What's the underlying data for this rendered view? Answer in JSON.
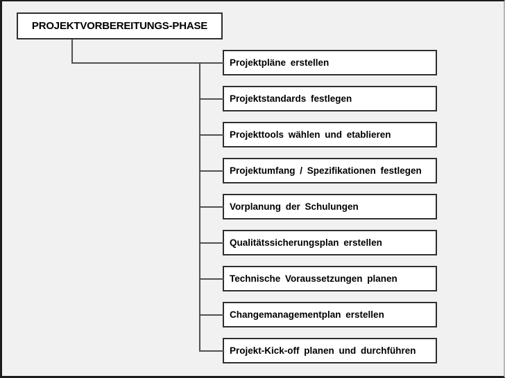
{
  "diagram": {
    "title": "PROJEKTVORBEREITUNGS-PHASE",
    "tasks": [
      "Projektpläne erstellen",
      "Projektstandards festlegen",
      "Projekttools wählen und etablieren",
      "Projektumfang / Spezifikationen festlegen",
      "Vorplanung der Schulungen",
      "Qualitätssicherungsplan erstellen",
      "Technische Voraussetzungen planen",
      "Changemanagementplan erstellen",
      "Projekt-Kick-off planen und durchführen"
    ]
  },
  "colors": {
    "canvas-bg": "#f1f1f1",
    "box-bg": "#ffffff",
    "box-border": "#2e2e2e",
    "connector": "#4f4f4f",
    "text": "#000000"
  }
}
